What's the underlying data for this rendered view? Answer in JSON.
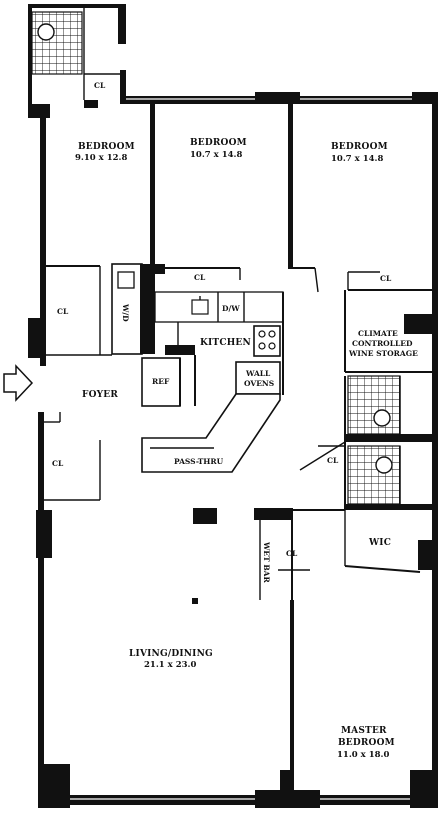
{
  "rooms": {
    "bedroom_nw": {
      "name": "BEDROOM",
      "dims": "9.10 x 12.8"
    },
    "bedroom_n": {
      "name": "BEDROOM",
      "dims": "10.7 x 14.8"
    },
    "bedroom_ne": {
      "name": "BEDROOM",
      "dims": "10.7 x 14.8"
    },
    "living": {
      "name": "LIVING/DINING",
      "dims": "21.1 x 23.0"
    },
    "master": {
      "name_line1": "MASTER",
      "name_line2": "BEDROOM",
      "dims": "11.0 x 18.0"
    }
  },
  "labels": {
    "cl": "CL",
    "wd": "W/D",
    "dw": "D/W",
    "kitchen": "KITCHEN",
    "ref": "REF",
    "wall_ovens_1": "WALL",
    "wall_ovens_2": "OVENS",
    "foyer": "FOYER",
    "pass_thru": "PASS-THRU",
    "wine_1": "CLIMATE",
    "wine_2": "CONTROLLED",
    "wine_3": "WINE STORAGE",
    "wet_bar": "WET BAR",
    "wic": "WIC"
  }
}
